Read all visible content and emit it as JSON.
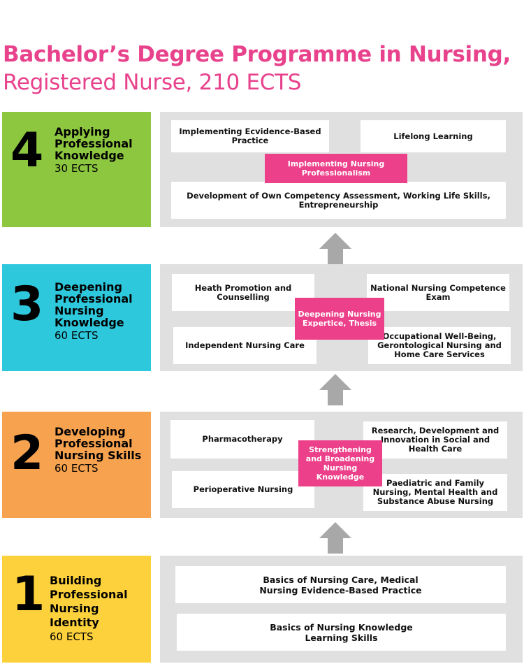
{
  "header": {
    "title": "Bachelor’s Degree Programme in Nursing,",
    "subtitle": "Registered Nurse, 210 ECTS"
  },
  "colors": {
    "title_pink": "#e8428c",
    "stage4": "#8dc63f",
    "stage3": "#2ec8dc",
    "stage2": "#f7a24f",
    "stage1": "#fdd13c",
    "panel_grey": "#e0e0e0",
    "core_box_pink": "#ec408a",
    "arrow_grey": "#a8a8a8"
  },
  "stages": {
    "s4": {
      "number": "4",
      "name": "Applying Professional Knowledge",
      "ects": "30 ECTS",
      "core": "Implementing Nursing Professionalism",
      "courses": [
        "Implementing Ecvidence-Based Practice",
        "Lifelong Learning",
        "Development of Own Competency Assessment, Working Life Skills, Entrepreneurship"
      ]
    },
    "s3": {
      "number": "3",
      "name": "Deepening Professional Nursing Knowledge",
      "ects": "60 ECTS",
      "core": "Deepening Nursing Expertice, Thesis",
      "courses": [
        "Heath Promotion and Counselling",
        "National Nursing Competence Exam",
        "Independent Nursing Care",
        "Occupational Well-Being, Gerontological Nursing and Home Care Services"
      ]
    },
    "s2": {
      "number": "2",
      "name": "Developing Professional Nursing Skills",
      "ects": "60 ECTS",
      "core": "Strengthening and Broadening Nursing Knowledge",
      "courses": [
        "Pharmacotherapy",
        "Research, Development and Innovation in Social and Health Care",
        "Perioperative Nursing",
        "Paediatric and Family Nursing, Mental Health and Substance Abuse Nursing"
      ]
    },
    "s1": {
      "number": "1",
      "name": "Building Professional Nursing Identity",
      "ects": "60 ECTS",
      "courses": [
        "Basics of Nursing Care, Medical Nursing Evidence-Based Practice",
        "Basics of Nursing Knowledge Learning Skills"
      ]
    }
  }
}
